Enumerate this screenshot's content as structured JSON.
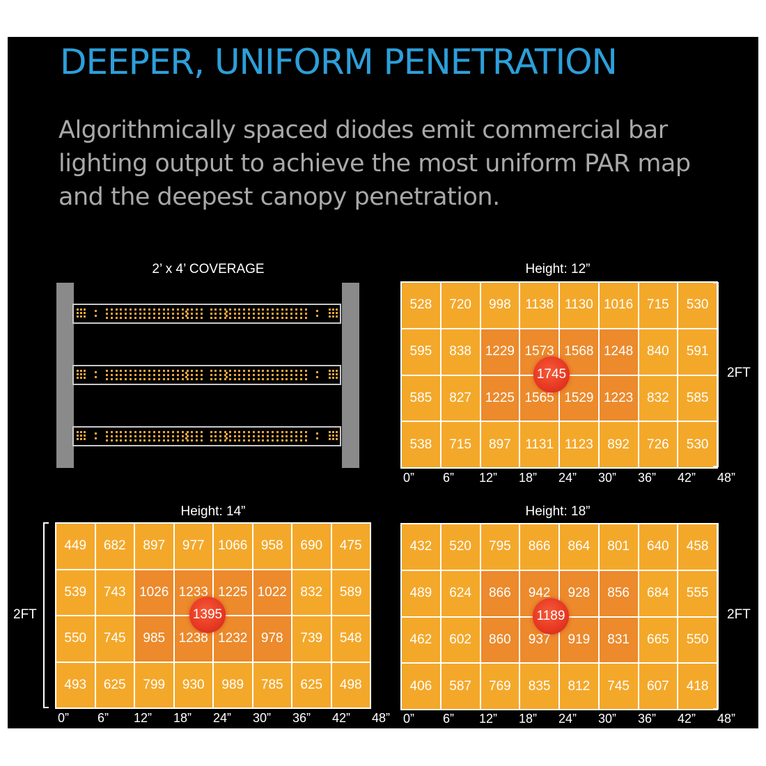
{
  "headline": "DEEPER, UNIFORM PENETRATION",
  "subtext": "Algorithmically spaced diodes emit commercial bar lighting output to achieve the most uniform PAR map and the deepest canopy penetration.",
  "coverage": {
    "title": "2’ x 4’ COVERAGE"
  },
  "x_ticks": [
    "0”",
    "6”",
    "12”",
    "18”",
    "24”",
    "30”",
    "36”",
    "42”",
    "48”"
  ],
  "side_label": "2FT",
  "colors": {
    "headline": "#2d9fd9",
    "cell": "#f4a82a",
    "cell_hot": "#ec8a2c",
    "peak": "#e83a23"
  },
  "maps": [
    {
      "title": "Height: 12”",
      "peak": "1745",
      "rows": [
        [
          "528",
          "720",
          "998",
          "1138",
          "1130",
          "1016",
          "715",
          "530"
        ],
        [
          "595",
          "838",
          "1229",
          "1573",
          "1568",
          "1248",
          "840",
          "591"
        ],
        [
          "585",
          "827",
          "1225",
          "1565",
          "1529",
          "1223",
          "832",
          "585"
        ],
        [
          "538",
          "715",
          "897",
          "1131",
          "1123",
          "892",
          "726",
          "530"
        ]
      ]
    },
    {
      "title": "Height: 14”",
      "peak": "1395",
      "rows": [
        [
          "449",
          "682",
          "897",
          "977",
          "1066",
          "958",
          "690",
          "475"
        ],
        [
          "539",
          "743",
          "1026",
          "1233",
          "1225",
          "1022",
          "832",
          "589"
        ],
        [
          "550",
          "745",
          "985",
          "1238",
          "1232",
          "978",
          "739",
          "548"
        ],
        [
          "493",
          "625",
          "799",
          "930",
          "989",
          "785",
          "625",
          "498"
        ]
      ]
    },
    {
      "title": "Height: 18”",
      "peak": "1189",
      "rows": [
        [
          "432",
          "520",
          "795",
          "866",
          "864",
          "801",
          "640",
          "458"
        ],
        [
          "489",
          "624",
          "866",
          "942",
          "928",
          "856",
          "684",
          "555"
        ],
        [
          "462",
          "602",
          "860",
          "937",
          "919",
          "831",
          "665",
          "550"
        ],
        [
          "406",
          "587",
          "769",
          "835",
          "812",
          "745",
          "607",
          "418"
        ]
      ]
    }
  ]
}
